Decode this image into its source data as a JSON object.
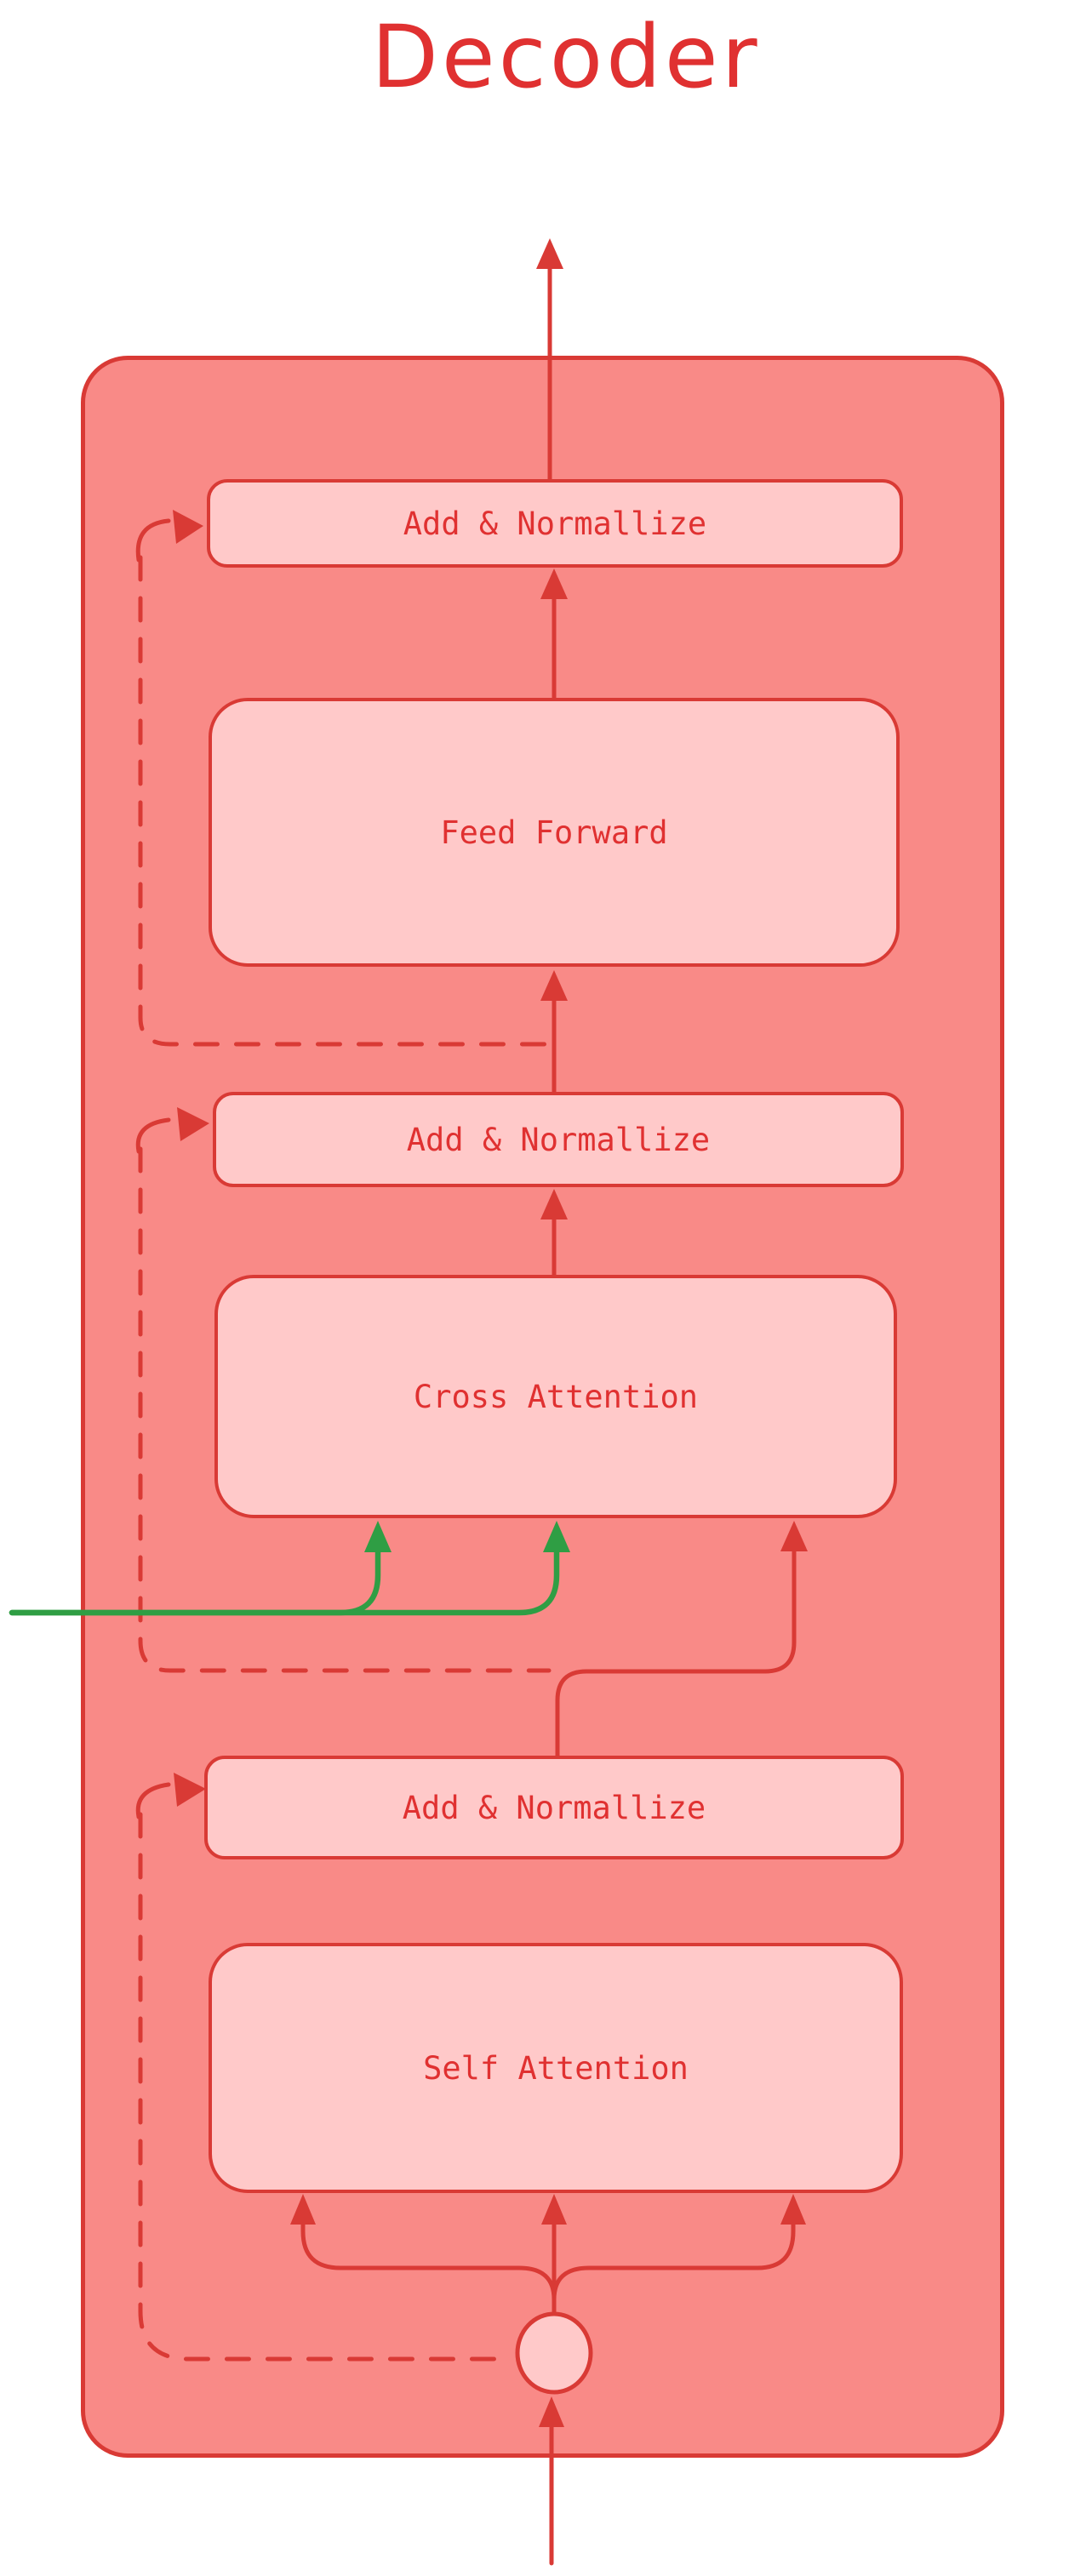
{
  "title": "Decoder",
  "blocks": {
    "add_norm_top": {
      "label": "Add & Normallize"
    },
    "feed_forward": {
      "label": "Feed Forward"
    },
    "add_norm_mid": {
      "label": "Add & Normallize"
    },
    "cross_attention": {
      "label": "Cross Attention"
    },
    "add_norm_bottom": {
      "label": "Add & Normallize"
    },
    "self_attention": {
      "label": "Self Attention"
    }
  },
  "colors": {
    "page_background": "#ffffff",
    "container_fill": "#f98a87",
    "block_fill": "#ffc9c9",
    "stroke_red": "#d93a35",
    "text_red": "#e03131",
    "encoder_arrow_green": "#2f9e44"
  }
}
